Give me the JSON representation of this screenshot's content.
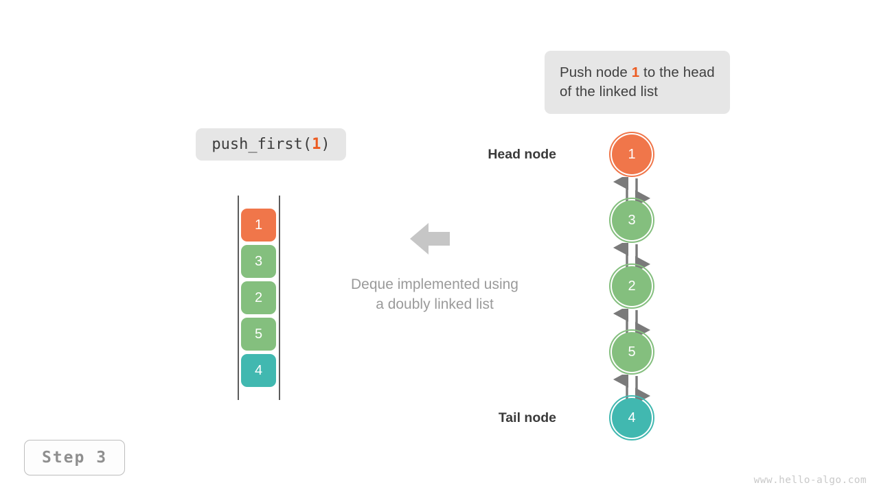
{
  "meta": {
    "step_label": "Step 3",
    "watermark": "www.hello-algo.com"
  },
  "callout": {
    "text_before": "Push node ",
    "highlight": "1",
    "text_after": " to the head of the linked list"
  },
  "code_chip": {
    "prefix": "push_first(",
    "argument": "1",
    "suffix": ")"
  },
  "caption": {
    "line1": "Deque implemented using",
    "line2": "a doubly linked list"
  },
  "labels": {
    "head_node": "Head node",
    "tail_node": "Tail node"
  },
  "colors": {
    "orange": "#f0764a",
    "green": "#84bf7e",
    "teal": "#41b8b0",
    "chip_bg": "#e6e6e6",
    "arrow_gray": "#7a7a7a",
    "big_arrow_gray": "#c6c6c6",
    "rail": "#5c5c5c",
    "highlight": "#ec5b21",
    "caption_gray": "#9a9a9a"
  },
  "stack": {
    "cells": [
      {
        "value": "1",
        "color": "#f0764a"
      },
      {
        "value": "3",
        "color": "#84bf7e"
      },
      {
        "value": "2",
        "color": "#84bf7e"
      },
      {
        "value": "5",
        "color": "#84bf7e"
      },
      {
        "value": "4",
        "color": "#41b8b0"
      }
    ]
  },
  "linked_list": {
    "nodes": [
      {
        "value": "1",
        "color": "#f0764a",
        "role": "head"
      },
      {
        "value": "3",
        "color": "#84bf7e",
        "role": "middle"
      },
      {
        "value": "2",
        "color": "#84bf7e",
        "role": "middle"
      },
      {
        "value": "5",
        "color": "#84bf7e",
        "role": "middle"
      },
      {
        "value": "4",
        "color": "#41b8b0",
        "role": "tail"
      }
    ],
    "link_count": 4,
    "bidirectional": true
  }
}
